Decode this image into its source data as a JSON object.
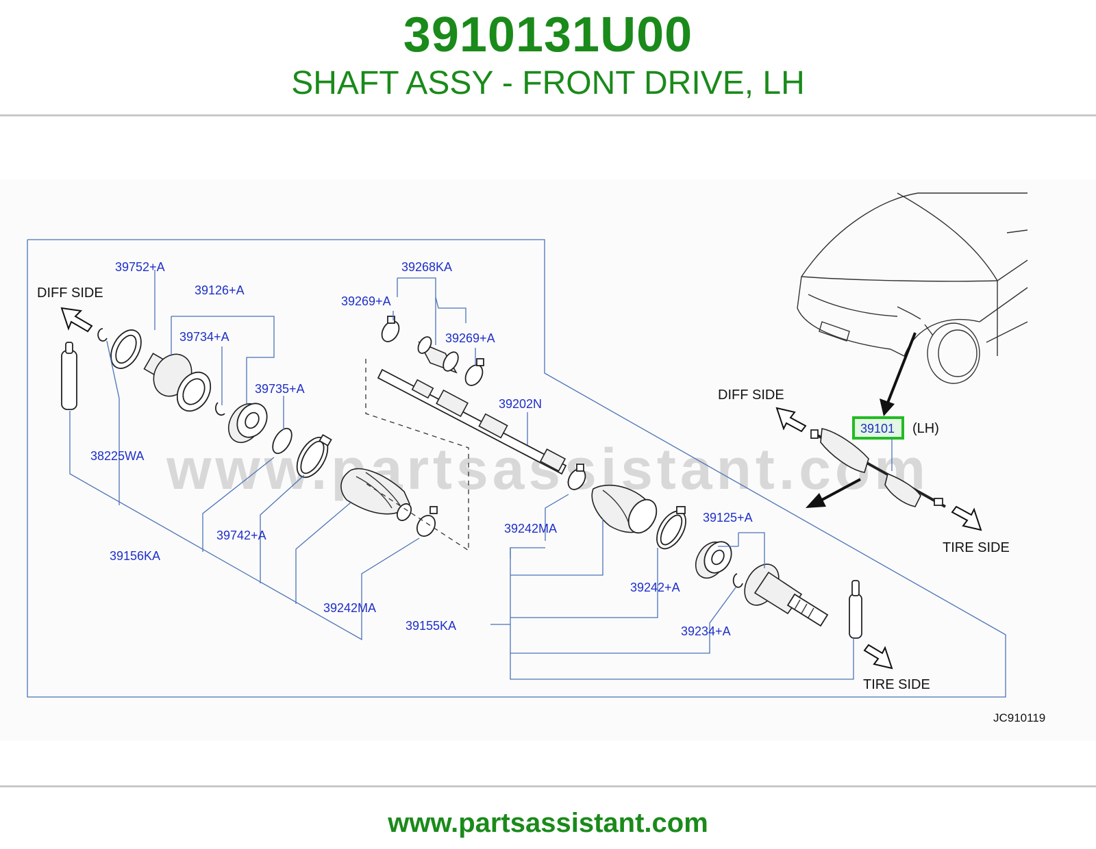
{
  "header": {
    "part_number": "3910131U00",
    "description": "SHAFT ASSY - FRONT DRIVE, LH"
  },
  "diagram": {
    "watermark": "www.partsassistant.com",
    "diagram_code": "JC910119",
    "side_labels": {
      "diff_side": "DIFF  SIDE",
      "tire_side": "TIRE  SIDE"
    },
    "highlight": {
      "part": "39101",
      "suffix": "(LH)",
      "highlight_color": "#22bb22"
    },
    "callouts": {
      "p39752": "39752+A",
      "p39126": "39126+A",
      "p39734": "39734+A",
      "p39735": "39735+A",
      "p38225": "38225WA",
      "p39742": "39742+A",
      "p39156": "39156KA",
      "p39242ma_left": "39242MA",
      "p39268": "39268KA",
      "p39269_top": "39269+A",
      "p39269_mid": "39269+A",
      "p39202": "39202N",
      "p39242ma_right": "39242MA",
      "p39155": "39155KA",
      "p39125": "39125+A",
      "p39242a": "39242+A",
      "p39234": "39234+A"
    },
    "label_color": "#1e2ec8",
    "leader_color": "#4a72b8"
  },
  "footer": {
    "url": "www.partsassistant.com"
  },
  "colors": {
    "brand_green": "#1a8a1a",
    "rule_gray": "#c8c8c8"
  }
}
